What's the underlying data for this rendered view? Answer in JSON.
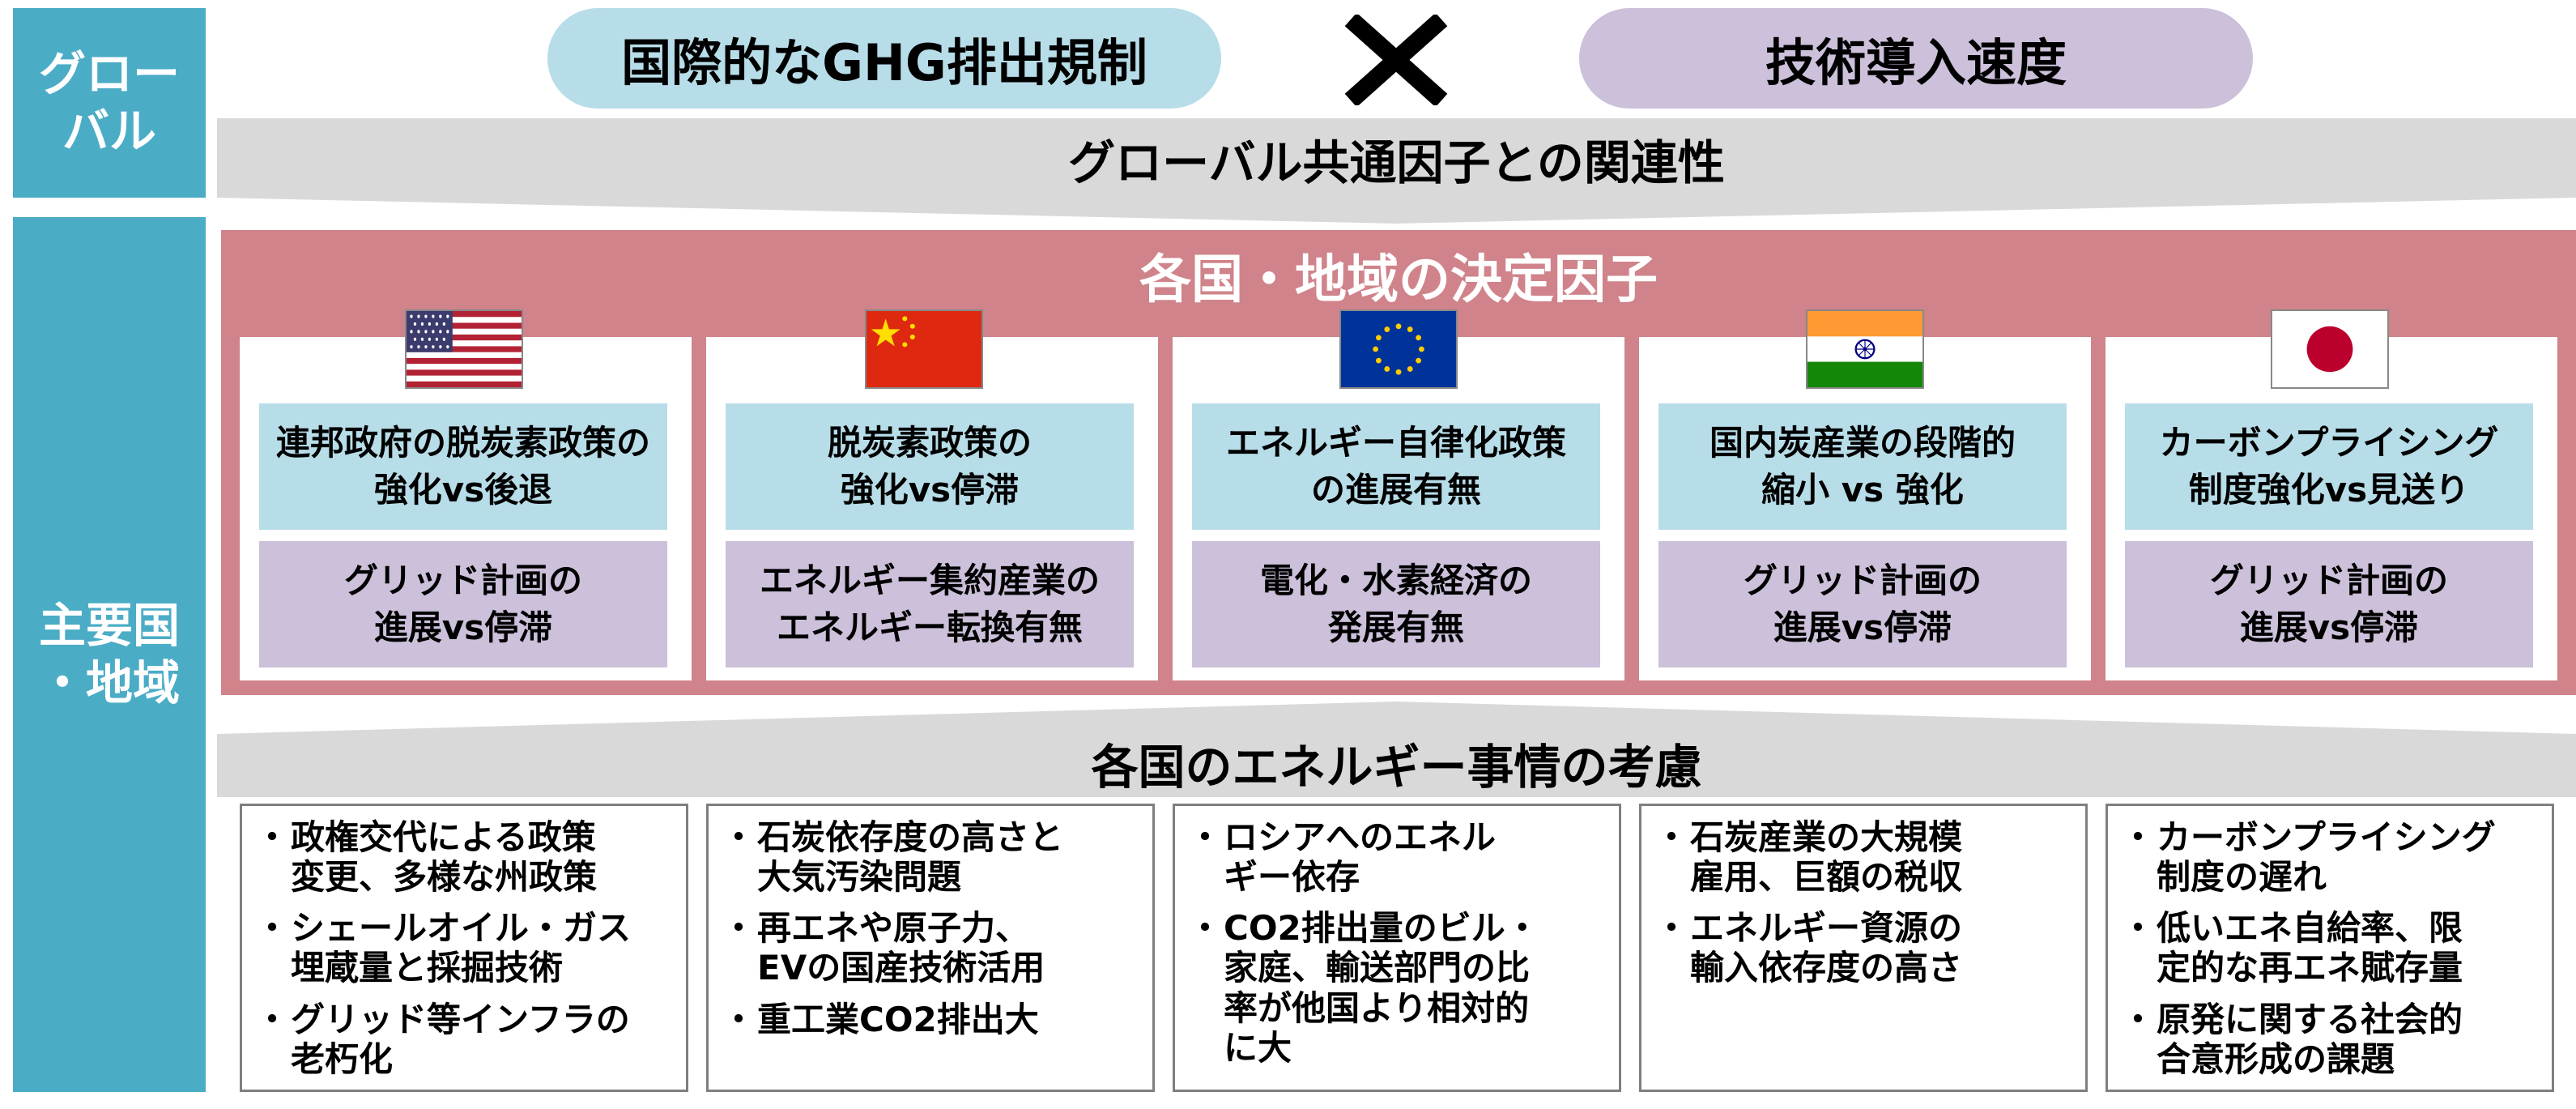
{
  "side_labels": {
    "global": "グロー\nバル",
    "regional": "主要国\n・地域"
  },
  "top": {
    "left_factor": "国際的なGHG排出規制",
    "operator": "✕",
    "right_factor": "技術導入速度"
  },
  "global_relation": "グローバル共通因子との関連性",
  "region_title": "各国・地域の決定因子",
  "energy_title": "各国のエネルギー事情の考慮",
  "regions": [
    {
      "flag_icon": "us-flag-icon",
      "policy_factor": "連邦政府の脱炭素政策の\n強化vs後退",
      "infra_factor": "グリッド計画の\n進展vs停滞",
      "energy_notes": [
        "政権交代による政策\n変更、多様な州政策",
        "シェールオイル・ガス\n埋蔵量と採掘技術",
        "グリッド等インフラの\n老朽化"
      ]
    },
    {
      "flag_icon": "china-flag-icon",
      "policy_factor": "脱炭素政策の\n強化vs停滞",
      "infra_factor": "エネルギー集約産業の\nエネルギー転換有無",
      "energy_notes": [
        "石炭依存度の高さと\n大気汚染問題",
        "再エネや原子力、\nEVの国産技術活用",
        "重工業CO2排出大"
      ]
    },
    {
      "flag_icon": "eu-flag-icon",
      "policy_factor": "エネルギー自律化政策\nの進展有無",
      "infra_factor": "電化・水素経済の\n発展有無",
      "energy_notes": [
        "ロシアへのエネル\nギー依存",
        "CO2排出量のビル・\n家庭、輸送部門の比\n率が他国より相対的\nに大"
      ]
    },
    {
      "flag_icon": "india-flag-icon",
      "policy_factor": "国内炭産業の段階的\n縮小 vs 強化",
      "infra_factor": "グリッド計画の\n進展vs停滞",
      "energy_notes": [
        "石炭産業の大規模\n雇用、巨額の税収",
        "エネルギー資源の\n輸入依存度の高さ"
      ]
    },
    {
      "flag_icon": "japan-flag-icon",
      "policy_factor": "カーボンプライシング\n制度強化vs見送り",
      "infra_factor": "グリッド計画の\n進展vs停滞",
      "energy_notes": [
        "カーボンプライシング\n制度の遅れ",
        "低いエネ自給率、限\n定的な再エネ賦存量",
        "原発に関する社会的\n合意形成の課題"
      ]
    }
  ],
  "colors": {
    "side": "#4bacc6",
    "light_blue": "#b7dde8",
    "light_purple": "#ccc0da",
    "region_band": "#d0838a",
    "chevron": "#d9d9d9"
  }
}
